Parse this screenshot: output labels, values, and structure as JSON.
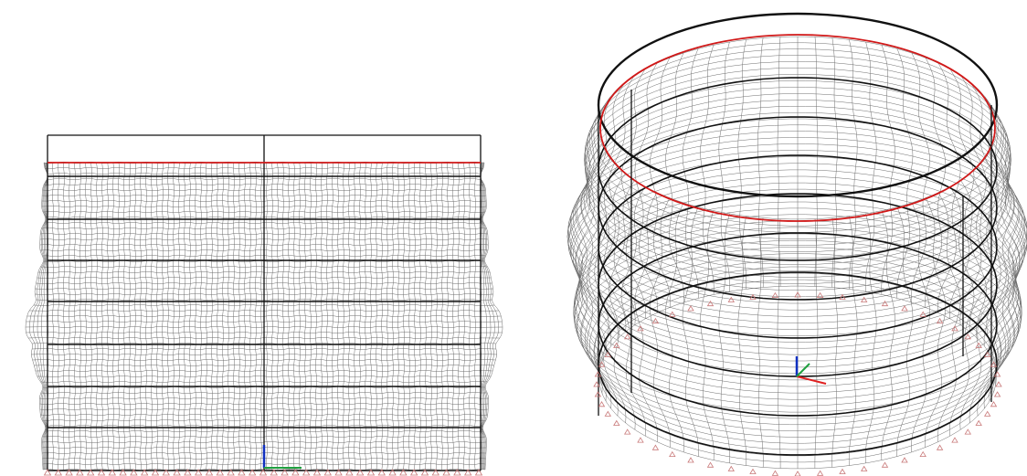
{
  "views": [
    {
      "id": "front-elevation",
      "projection": "front"
    },
    {
      "id": "isometric",
      "projection": "axonometric"
    }
  ],
  "model": {
    "type": "cylindrical-tank-shell",
    "ring_stiffeners": 7,
    "vertical_columns": 3,
    "shape": "buckled mode shape with bulging shell"
  },
  "colors": {
    "background": "#ffffff",
    "mesh": "#6e6e6e",
    "ring_beam": "#111111",
    "top_ring": "#d01818",
    "support": "#c87878",
    "axis_x": "#e02020",
    "axis_y": "#20a040",
    "axis_z": "#1030c0"
  },
  "icons": {
    "support": "fixed-support-triangle-icon",
    "axes": "coordinate-axes-icon"
  }
}
